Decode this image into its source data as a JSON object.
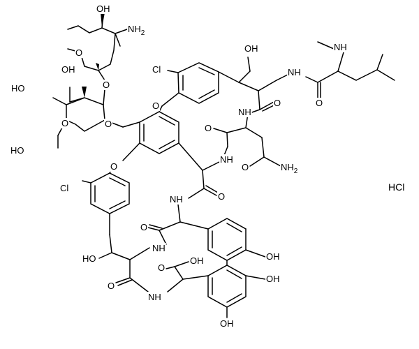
{
  "atom_labels": {
    "sugar_oh": "OH",
    "sugar_nh2": "NH",
    "sugar_nh2_sub": "2",
    "cl_top": "Cl",
    "ho_benzylic_top": "OH",
    "nh_top": "NH",
    "nme_n": "N",
    "nme_h": "H",
    "o_amide_top": "O",
    "oh_glc_1": "OH",
    "ho_glc_2": "HO",
    "o_glc_ring": "O",
    "o_glycosidic_1": "O",
    "o_glycosidic_2": "O",
    "o_ether_top": "O",
    "nh_amide_2": "NH",
    "o_amide_2": "O",
    "o_amide_3": "O",
    "ho_glc_3": "HO",
    "o_sugar_ring": "O",
    "nh_amide_3": "NH",
    "o_carboxamide": "O",
    "nh2_carboxamide": "NH",
    "nh2_carboxamide_sub": "2",
    "o_ether_bottom": "O",
    "cl_bottom": "Cl",
    "nh_amide_4": "NH",
    "o_amide_4": "O",
    "o_amide_5": "O",
    "nh_amide_5": "NH",
    "ho_benzylic_bottom": "HO",
    "cooh_acid": "O",
    "cooh_oh": "OH",
    "o_amide_6": "O",
    "nh_amide_6": "NH",
    "oh_phenol_1": "OH",
    "oh_phenol_2": "OH",
    "oh_phenol_3": "OH"
  },
  "salt": "HCl"
}
